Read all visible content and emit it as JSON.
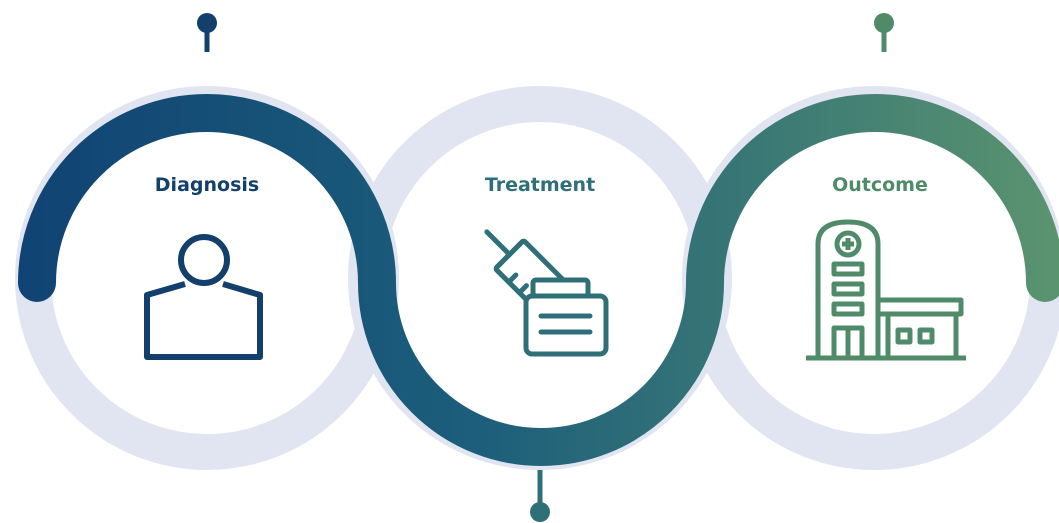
{
  "stages": [
    {
      "label": "Diagnosis",
      "icon": "person-icon",
      "color": "#123f6b"
    },
    {
      "label": "Treatment",
      "icon": "syringe-vial-icon",
      "color": "#2f6f78"
    },
    {
      "label": "Outcome",
      "icon": "hospital-icon",
      "color": "#4f8a69"
    }
  ],
  "colors": {
    "ring_background": "#e1e5f1",
    "gradient_start": "#0f4273",
    "gradient_mid": "#1c5e7b",
    "gradient_end": "#5a946f"
  }
}
